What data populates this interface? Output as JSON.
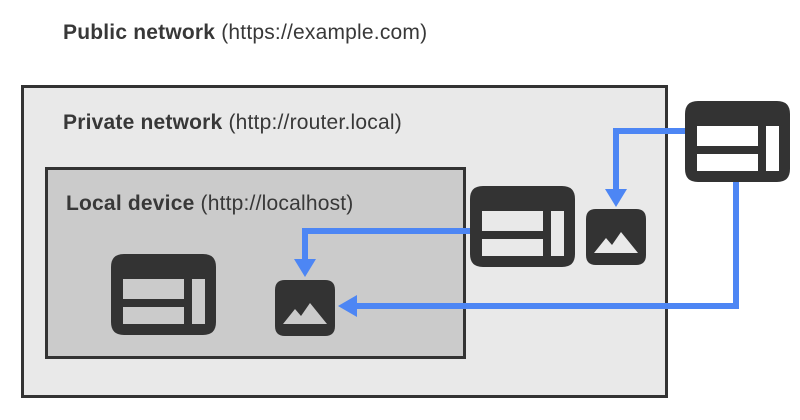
{
  "labels": {
    "public": {
      "name": "Public network",
      "url": " (https://example.com)"
    },
    "private": {
      "name": "Private network",
      "url": " (http://router.local)"
    },
    "local": {
      "name": "Local device",
      "url": " (http://localhost)"
    }
  },
  "icons": {
    "browser": "browser-window-icon",
    "image": "image-icon",
    "arrowhead_down": "arrowhead-down-icon",
    "arrowhead_left": "arrowhead-left-icon"
  },
  "arrows": [
    {
      "from": "public-browser",
      "to": "private-image"
    },
    {
      "from": "public-browser",
      "to": "local-image"
    },
    {
      "from": "private-browser",
      "to": "local-image"
    }
  ],
  "colors": {
    "arrow_blue": "#4d86f4",
    "icon_dark": "#333333",
    "border_dark": "#333333",
    "text_dark": "#383838",
    "private_box_fill": "#e9e9e9",
    "local_box_fill": "#cbcbcb",
    "page_background": "#ffffff"
  }
}
